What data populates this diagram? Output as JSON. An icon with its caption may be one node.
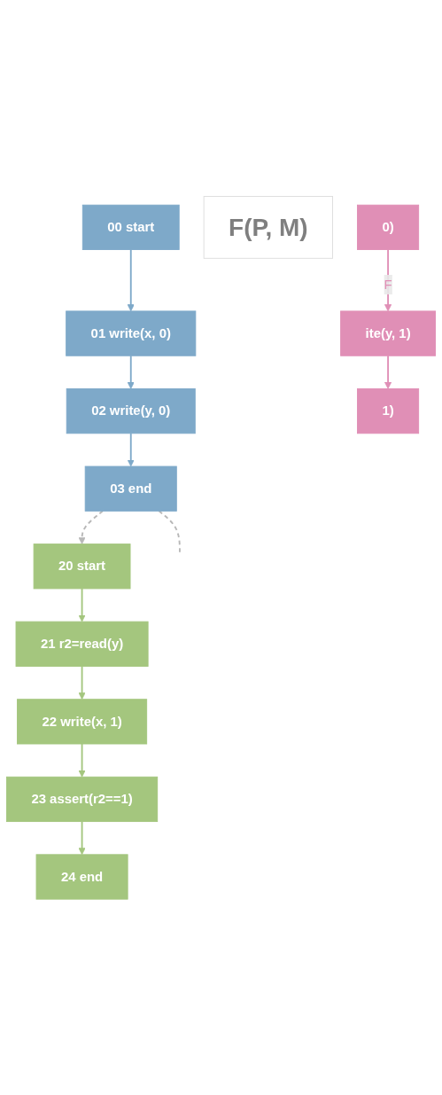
{
  "diagram": {
    "nodes": [
      {
        "text": [
          "00 start"
        ]
      },
      {
        "text": [
          "01 write(x, 0)"
        ]
      },
      {
        "text": [
          "02 write(y, 0)"
        ]
      },
      {
        "text": [
          "03 end"
        ]
      },
      {
        "text": [
          "F(P, M)"
        ]
      },
      {
        "text": [
          "0)"
        ]
      },
      {
        "text": [
          "ite(y, 1)"
        ]
      },
      {
        "text": [
          "1)"
        ]
      },
      {
        "text": [
          "20 start"
        ]
      },
      {
        "text": [
          "21 r2=read(y)"
        ]
      },
      {
        "text": [
          "22 write(x, 1)"
        ]
      },
      {
        "text": [
          "23 assert(r2==1)"
        ]
      },
      {
        "text": [
          "24 end"
        ]
      }
    ],
    "edges": [
      {
        "from": 0,
        "to": 1,
        "arrow": "to",
        "color": "#7ea9c9"
      },
      {
        "from": 1,
        "to": 2,
        "arrow": "to",
        "color": "#7ea9c9"
      },
      {
        "from": 2,
        "to": 3,
        "arrow": "to",
        "color": "#7ea9c9"
      },
      {
        "from": 3,
        "to": null,
        "arrow": "none",
        "style": "dashed",
        "color": "#b8b8b8"
      },
      {
        "from": 3,
        "to": 8,
        "arrow": "to",
        "style": "dashed",
        "color": "#b8b8b8"
      },
      {
        "from": 5,
        "to": 6,
        "label": "F",
        "arrow": "to",
        "color": "#e08fb6"
      },
      {
        "from": 6,
        "to": 7,
        "arrow": "to",
        "color": "#e08fb6"
      },
      {
        "from": 8,
        "to": 9,
        "arrow": "to",
        "color": "#a4c67e"
      },
      {
        "from": 9,
        "to": 10,
        "arrow": "to",
        "color": "#a4c67e"
      },
      {
        "from": 10,
        "to": 11,
        "arrow": "to",
        "color": "#a4c67e"
      },
      {
        "from": 11,
        "to": 12,
        "arrow": "to",
        "color": "#a4c67e"
      }
    ]
  }
}
